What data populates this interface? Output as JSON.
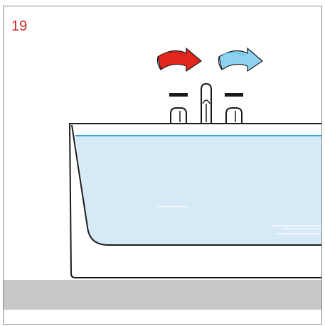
{
  "step": {
    "number": "19"
  },
  "colors": {
    "hot_arrow": "#e3261e",
    "cold_arrow": "#8dd3f1",
    "water": "#d5e9f6",
    "water_line": "#2aa7dc",
    "floor": "#c8c8c8",
    "outline": "#1a1a1a",
    "step_number": "#d8232a"
  },
  "icons": {
    "hot_arrow": "rotate-arrow-red",
    "cold_arrow": "rotate-arrow-blue"
  }
}
